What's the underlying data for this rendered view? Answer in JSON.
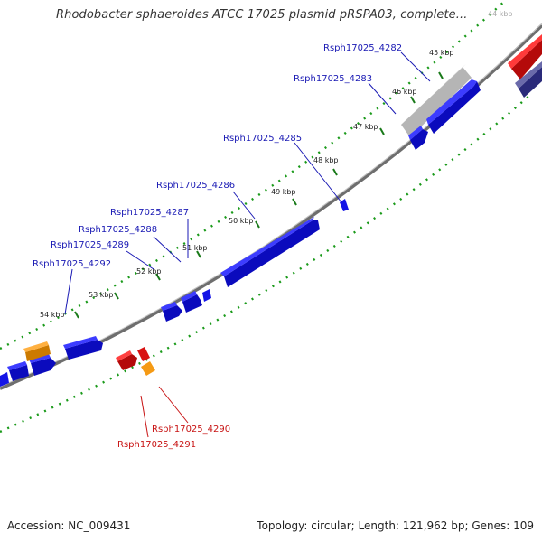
{
  "title": "Rhodobacter sphaeroides ATCC 17025 plasmid pRSPA03, complete...",
  "footer": {
    "accession": "Accession: NC_009431",
    "summary": "Topology: circular; Length: 121,962 bp; Genes: 109"
  },
  "colors": {
    "forward_gene": "#1414e6",
    "reverse_gene": "#e61414",
    "other_gene": "#f59a14",
    "selected_gene": "#c8c8c8",
    "backbone": "#888888",
    "tick": "#1a9a1a",
    "forward_label": "#1a1ab4",
    "reverse_label": "#c81414"
  },
  "ticks": [
    "45 kbp",
    "46 kbp",
    "47 kbp",
    "48 kbp",
    "49 kbp",
    "50 kbp",
    "51 kbp",
    "52 kbp",
    "53 kbp",
    "54 kbp"
  ],
  "forward_labels": [
    "Rsph17025_4282",
    "Rsph17025_4283",
    "Rsph17025_4285",
    "Rsph17025_4286",
    "Rsph17025_4287",
    "Rsph17025_4288",
    "Rsph17025_4289",
    "Rsph17025_4292"
  ],
  "reverse_labels": [
    "Rsph17025_4290",
    "Rsph17025_4291"
  ]
}
